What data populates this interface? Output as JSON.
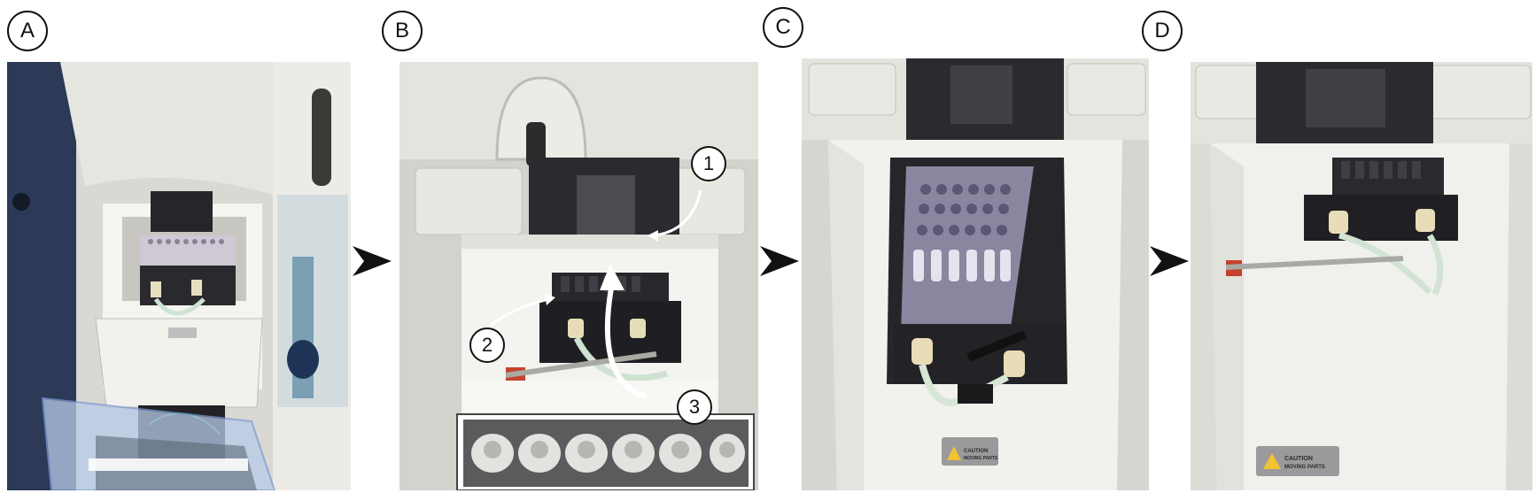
{
  "panels": [
    {
      "label": "A"
    },
    {
      "label": "B"
    },
    {
      "label": "C"
    },
    {
      "label": "D"
    }
  ],
  "callouts": {
    "one": "1",
    "two": "2",
    "three": "3"
  },
  "caution_sticker": {
    "line1": "CAUTION",
    "line2": "MOVING PARTS"
  },
  "icons": {
    "separator": "chevron-right-icon",
    "warning": "warning-triangle-icon"
  }
}
